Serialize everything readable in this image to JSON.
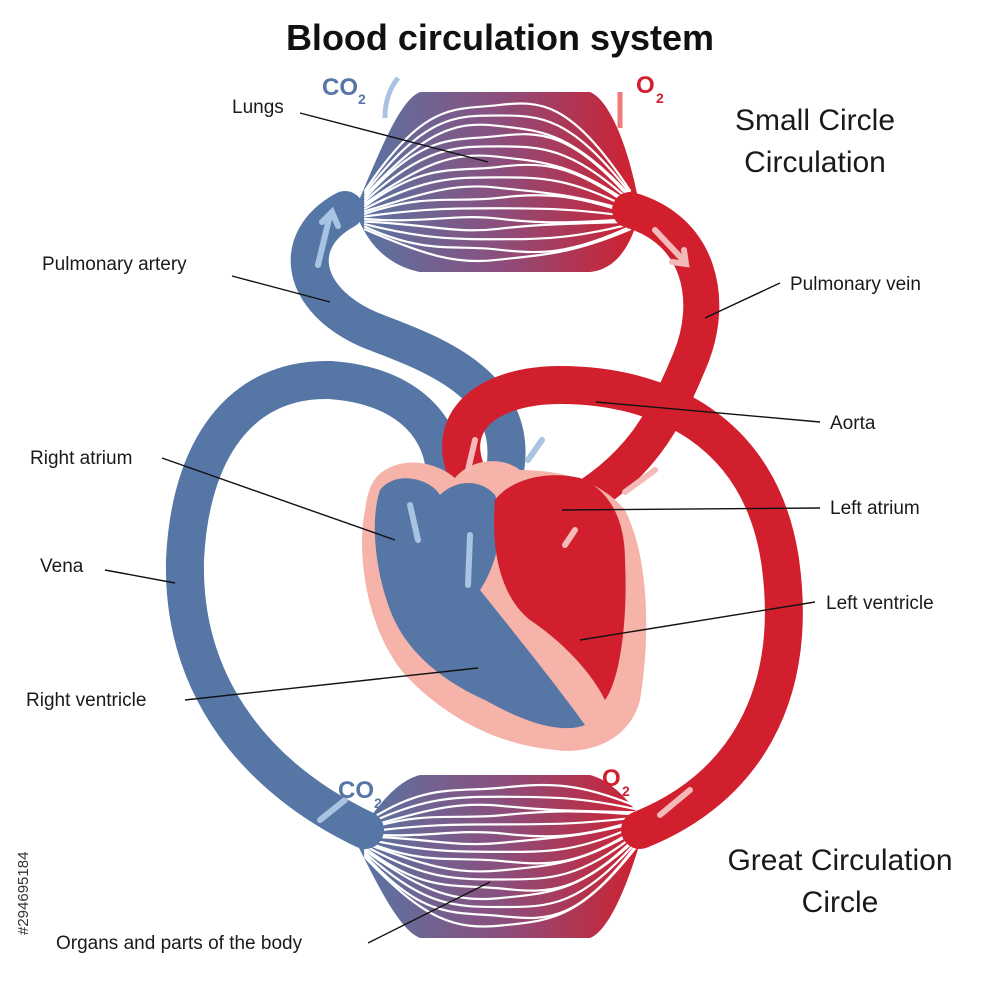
{
  "title": "Blood circulation system",
  "labels": {
    "lungs": "Lungs",
    "pulmonary_artery": "Pulmonary artery",
    "pulmonary_vein": "Pulmonary vein",
    "aorta": "Aorta",
    "right_atrium": "Right atrium",
    "left_atrium": "Left atrium",
    "vena": "Vena",
    "left_ventricle": "Left ventricle",
    "right_ventricle": "Right ventricle",
    "organs": "Organs and parts of the body"
  },
  "circles": {
    "small_line1": "Small Circle",
    "small_line2": "Circulation",
    "great_line1": "Great Circulation",
    "great_line2": "Circle"
  },
  "gases": {
    "co2_main": "CO",
    "co2_sub": "2",
    "o2_main": "O",
    "o2_sub": "2"
  },
  "stock_id": "#294695184",
  "colors": {
    "venous": "#5677a5",
    "arterial": "#d21f2d",
    "heart_wall": "#f6b3a9",
    "arrow_venous": "#a9c4e2",
    "arrow_arterial": "#f4b9b9",
    "co2_text": "#5677a5",
    "o2_text": "#d21f2d"
  }
}
